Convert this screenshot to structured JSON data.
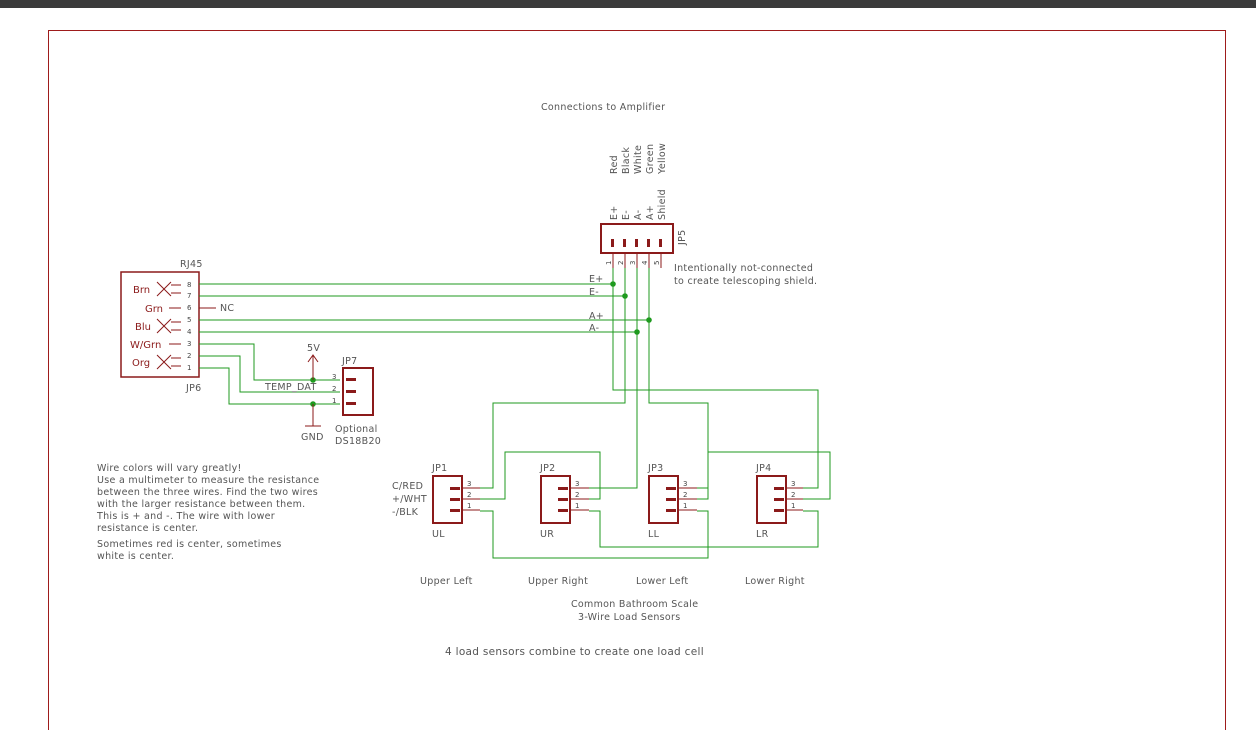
{
  "title": "Connections to Amplifier",
  "jp5": {
    "name": "JP5",
    "wire_colors": [
      "Red",
      "Black",
      "White",
      "Green",
      "Yellow"
    ],
    "signals": [
      "E+",
      "E-",
      "A-",
      "A+",
      "Shield"
    ],
    "pins": [
      "1",
      "2",
      "3",
      "4",
      "5"
    ],
    "note_line1": "Intentionally not-connected",
    "note_line2": "to create telescoping shield."
  },
  "rj45": {
    "title": "RJ45",
    "ref": "JP6",
    "wires": [
      "Brn",
      "Grn",
      "Blu",
      "W/Grn",
      "Org"
    ],
    "pins": [
      "8",
      "7",
      "6",
      "5",
      "4",
      "3",
      "2",
      "1"
    ],
    "nc": "NC"
  },
  "nets": {
    "e_plus": "E+",
    "e_minus": "E-",
    "a_plus": "A+",
    "a_minus": "A-",
    "temp": "TEMP_DAT",
    "vcc": "5V",
    "gnd": "GND"
  },
  "jp7": {
    "name": "JP7",
    "pins": [
      "3",
      "2",
      "1"
    ],
    "optional": "Optional",
    "part": "DS18B20"
  },
  "sensor_pins": [
    "3",
    "2",
    "1"
  ],
  "sensor_labels": [
    "C/RED",
    "+/WHT",
    "-/BLK"
  ],
  "sensors": [
    {
      "name": "JP1",
      "short": "UL",
      "position": "Upper Left"
    },
    {
      "name": "JP2",
      "short": "UR",
      "position": "Upper Right"
    },
    {
      "name": "JP3",
      "short": "LL",
      "position": "Lower Left"
    },
    {
      "name": "JP4",
      "short": "LR",
      "position": "Lower Right"
    }
  ],
  "note_lines": [
    "Wire colors will vary greatly!",
    "Use a multimeter to measure the resistance",
    "between the three wires. Find the two wires",
    "with the larger resistance between them.",
    "This is + and -. The wire with lower",
    "resistance is center.",
    "Sometimes red is center, sometimes",
    "white is center."
  ],
  "scale_title1": "Common Bathroom Scale",
  "scale_title2": "3-Wire Load Sensors",
  "footer": "4 load sensors combine to create one load cell",
  "colors": {
    "frame": "#9e1b1b",
    "wire": "#1f9a1f",
    "part": "#8b1a1a",
    "text": "#555555"
  }
}
